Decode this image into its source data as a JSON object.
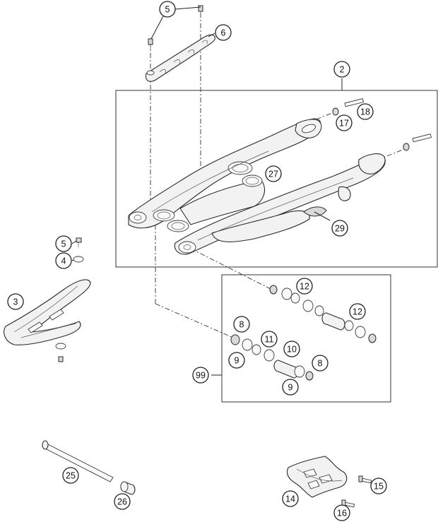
{
  "diagram": {
    "callouts": [
      {
        "id": "c5a",
        "label": "5"
      },
      {
        "id": "c6",
        "label": "6"
      },
      {
        "id": "c2",
        "label": "2"
      },
      {
        "id": "c18",
        "label": "18"
      },
      {
        "id": "c17",
        "label": "17"
      },
      {
        "id": "c27",
        "label": "27"
      },
      {
        "id": "c29",
        "label": "29"
      },
      {
        "id": "c5b",
        "label": "5"
      },
      {
        "id": "c4",
        "label": "4"
      },
      {
        "id": "c3",
        "label": "3"
      },
      {
        "id": "c12a",
        "label": "12"
      },
      {
        "id": "c12b",
        "label": "12"
      },
      {
        "id": "c8a",
        "label": "8"
      },
      {
        "id": "c11",
        "label": "11"
      },
      {
        "id": "c10",
        "label": "10"
      },
      {
        "id": "c9a",
        "label": "9"
      },
      {
        "id": "c8b",
        "label": "8"
      },
      {
        "id": "c9b",
        "label": "9"
      },
      {
        "id": "c99",
        "label": "99"
      },
      {
        "id": "c25",
        "label": "25"
      },
      {
        "id": "c26",
        "label": "26"
      },
      {
        "id": "c14",
        "label": "14"
      },
      {
        "id": "c15",
        "label": "15"
      },
      {
        "id": "c16",
        "label": "16"
      }
    ]
  }
}
